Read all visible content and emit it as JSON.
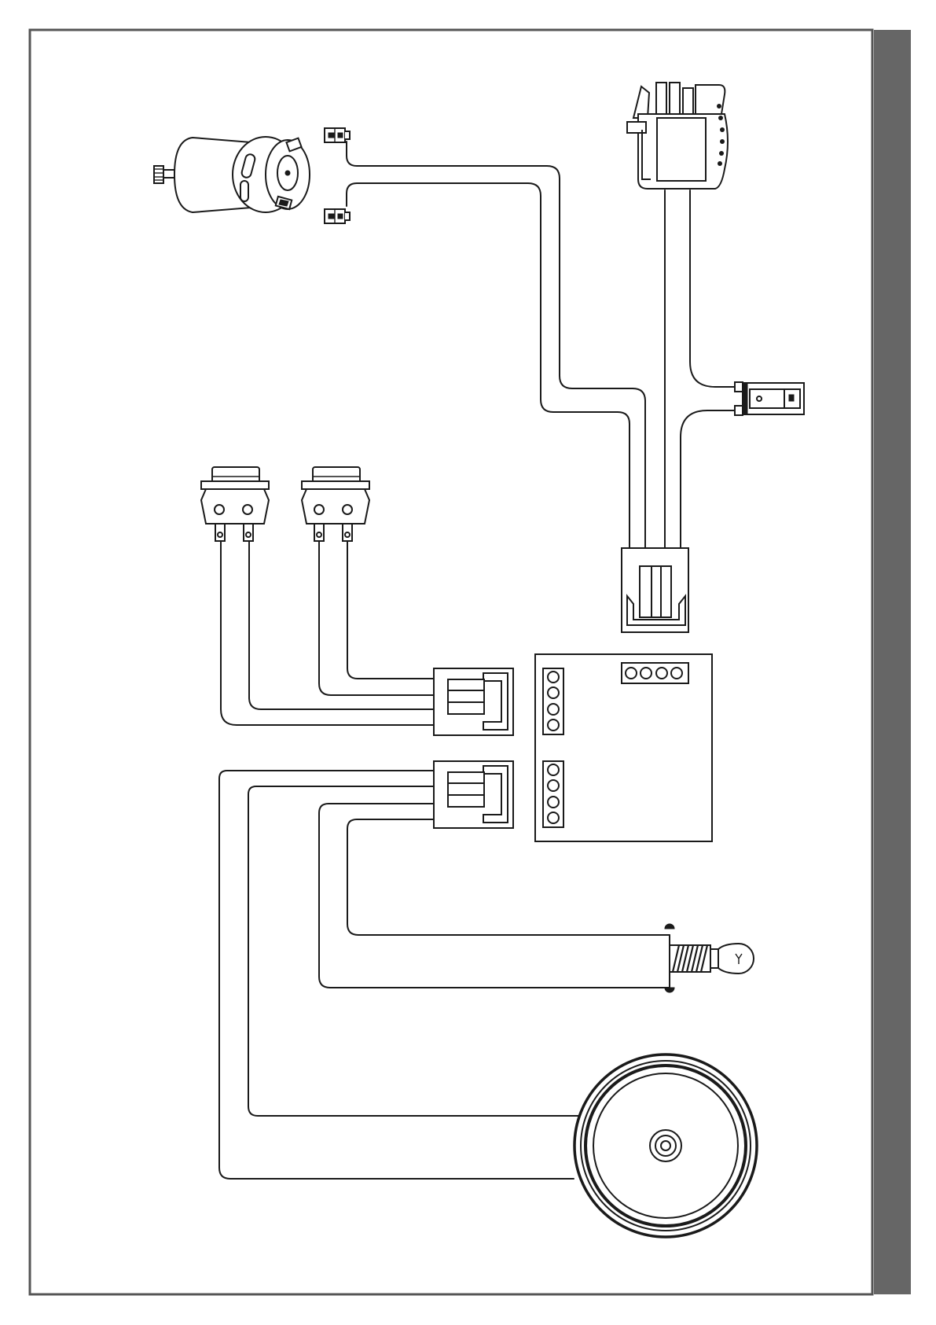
{
  "colors": {
    "side_bar": "#666666",
    "frame": "#555555",
    "line": "#1a1a1a",
    "background": "#ffffff"
  },
  "components": {
    "motor": {
      "icon": "dc-motor-icon"
    },
    "motor_terminals": {
      "icon": "spade-terminal-icon",
      "count": 2
    },
    "top_connector": {
      "icon": "multi-pin-plug-icon"
    },
    "side_switch": {
      "icon": "slide-switch-icon"
    },
    "main_connector": {
      "icon": "plug-connector-icon"
    },
    "push_buttons": {
      "icon": "push-button-icon",
      "count": 2
    },
    "control_board": {
      "icon": "circuit-board-icon",
      "pin_headers": [
        {
          "pins": 4,
          "orientation": "horizontal"
        },
        {
          "pins": 4,
          "orientation": "vertical"
        },
        {
          "pins": 4,
          "orientation": "vertical"
        }
      ]
    },
    "board_connectors": {
      "icon": "plug-connector-icon",
      "count": 2
    },
    "lamp": {
      "icon": "light-bulb-icon"
    },
    "speaker": {
      "icon": "speaker-icon"
    }
  }
}
